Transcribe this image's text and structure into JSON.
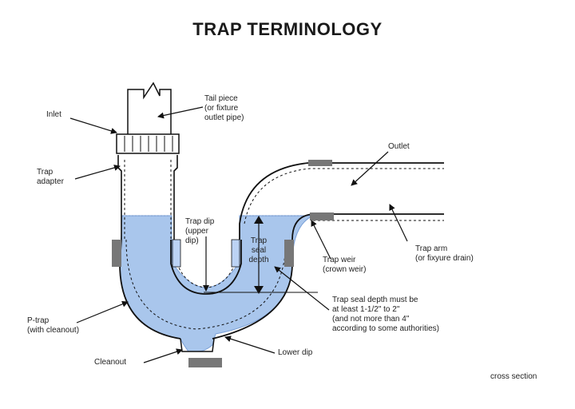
{
  "title": "TRAP TERMINOLOGY",
  "footer": "cross section",
  "colors": {
    "water": "#a9c6ec",
    "water_stroke": "#7aa0d8",
    "pipe_stroke": "#111111",
    "gasket": "#777777",
    "lip": "#bcd3f4"
  },
  "labels": {
    "inlet": "Inlet",
    "tail_piece": "Tail piece\n(or fixture\noutlet pipe)",
    "trap_adapter": "Trap\nadapter",
    "outlet": "Outlet",
    "trap_dip": "Trap dip\n(upper\ndip)",
    "trap_seal_depth": "Trap\nseal\ndepth",
    "trap_weir": "Trap weir\n(crown weir)",
    "trap_arm": "Trap arm\n(or fixyure drain)",
    "p_trap": "P-trap\n(with cleanout)",
    "seal_note": "Trap seal depth must be\nat least 1-1/2\" to 2\"\n(and not more than 4\"\naccording to some authorities)",
    "cleanout": "Cleanout",
    "lower_dip": "Lower dip"
  }
}
